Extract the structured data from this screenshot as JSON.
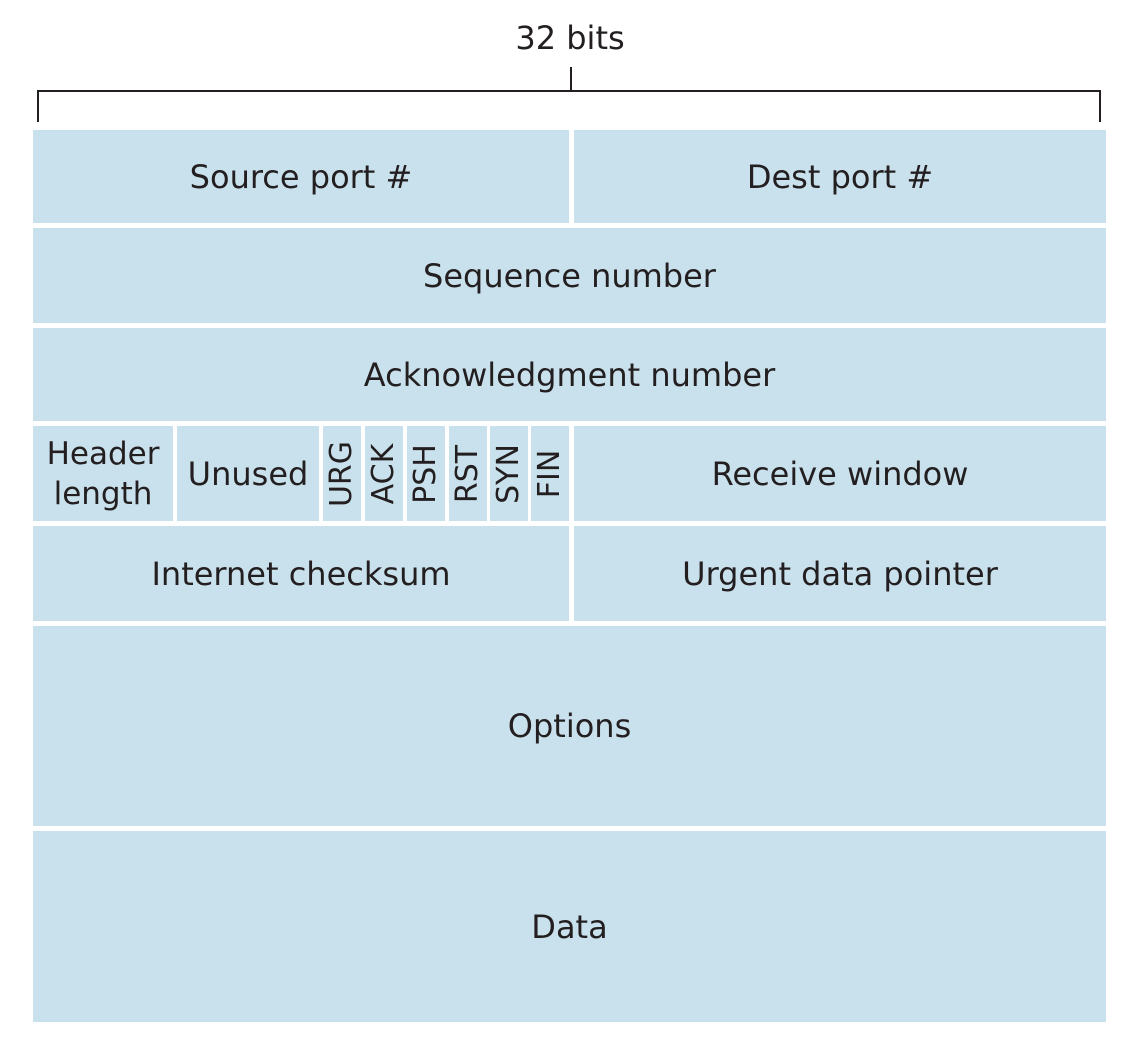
{
  "header": {
    "width_label": "32 bits"
  },
  "rows": {
    "row1": {
      "source_port": "Source port #",
      "dest_port": "Dest port #"
    },
    "row2": {
      "sequence_number": "Sequence number"
    },
    "row3": {
      "ack_number": "Acknowledgment number"
    },
    "row4": {
      "header_length_line1": "Header",
      "header_length_line2": "length",
      "unused": "Unused",
      "flags": [
        "URG",
        "ACK",
        "PSH",
        "RST",
        "SYN",
        "FIN"
      ],
      "receive_window": "Receive window"
    },
    "row5": {
      "internet_checksum": "Internet checksum",
      "urgent_pointer": "Urgent data pointer"
    },
    "row6": {
      "options": "Options"
    },
    "row7": {
      "data": "Data"
    }
  },
  "colors": {
    "field_fill": "#c9e1ec",
    "divider": "#ffffff",
    "text": "#231f20"
  }
}
